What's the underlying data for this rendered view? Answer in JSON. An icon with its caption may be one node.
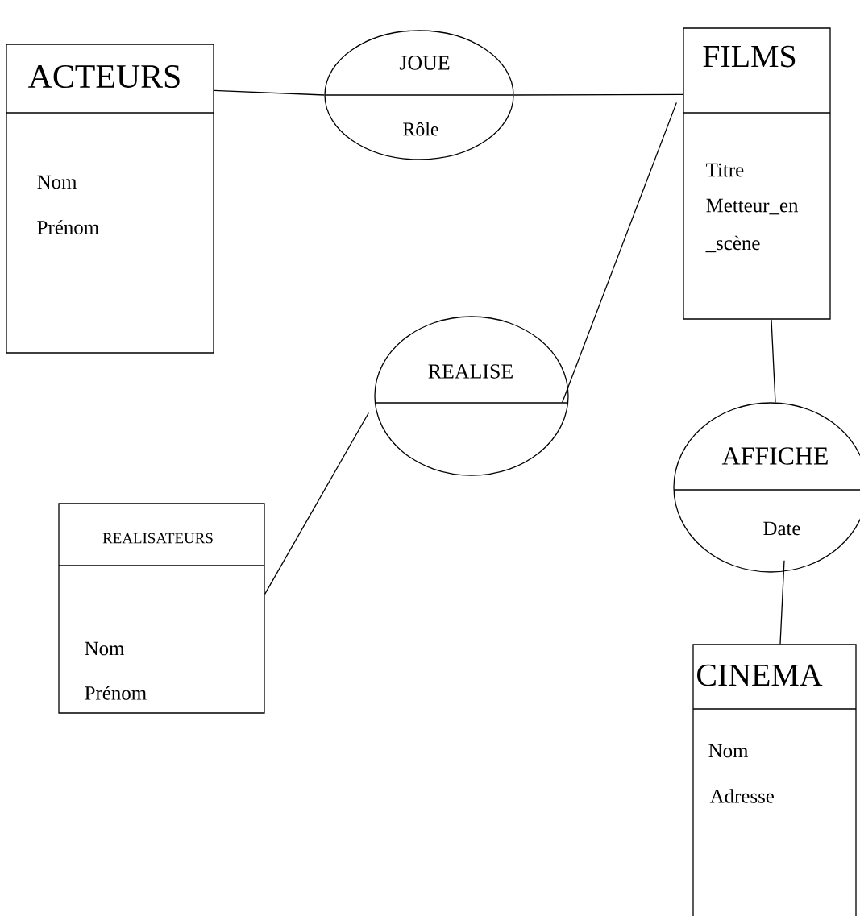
{
  "diagram": {
    "nodes": [
      {
        "text": [
          "ACTEURS",
          "Nom",
          "Prénom"
        ]
      },
      {
        "text": [
          "JOUE",
          "Rôle"
        ]
      },
      {
        "text": [
          "FILMS",
          "Titre",
          "Metteur_en _scène"
        ]
      },
      {
        "text": [
          "REALISE"
        ]
      },
      {
        "text": [
          "REALISATEURS",
          "Nom",
          "Prénom"
        ]
      },
      {
        "text": [
          "AFFICHE",
          "Date"
        ]
      },
      {
        "text": [
          "CINEMA",
          "Nom",
          "Adresse"
        ]
      }
    ],
    "edges": [
      {
        "from": 0,
        "to": 1,
        "arrow": "none"
      },
      {
        "from": 1,
        "to": 2,
        "arrow": "none"
      },
      {
        "from": 2,
        "to": 3,
        "arrow": "none"
      },
      {
        "from": 3,
        "to": 4,
        "arrow": "none"
      },
      {
        "from": 2,
        "to": 5,
        "arrow": "none"
      },
      {
        "from": 5,
        "to": 6,
        "arrow": "none"
      }
    ]
  }
}
